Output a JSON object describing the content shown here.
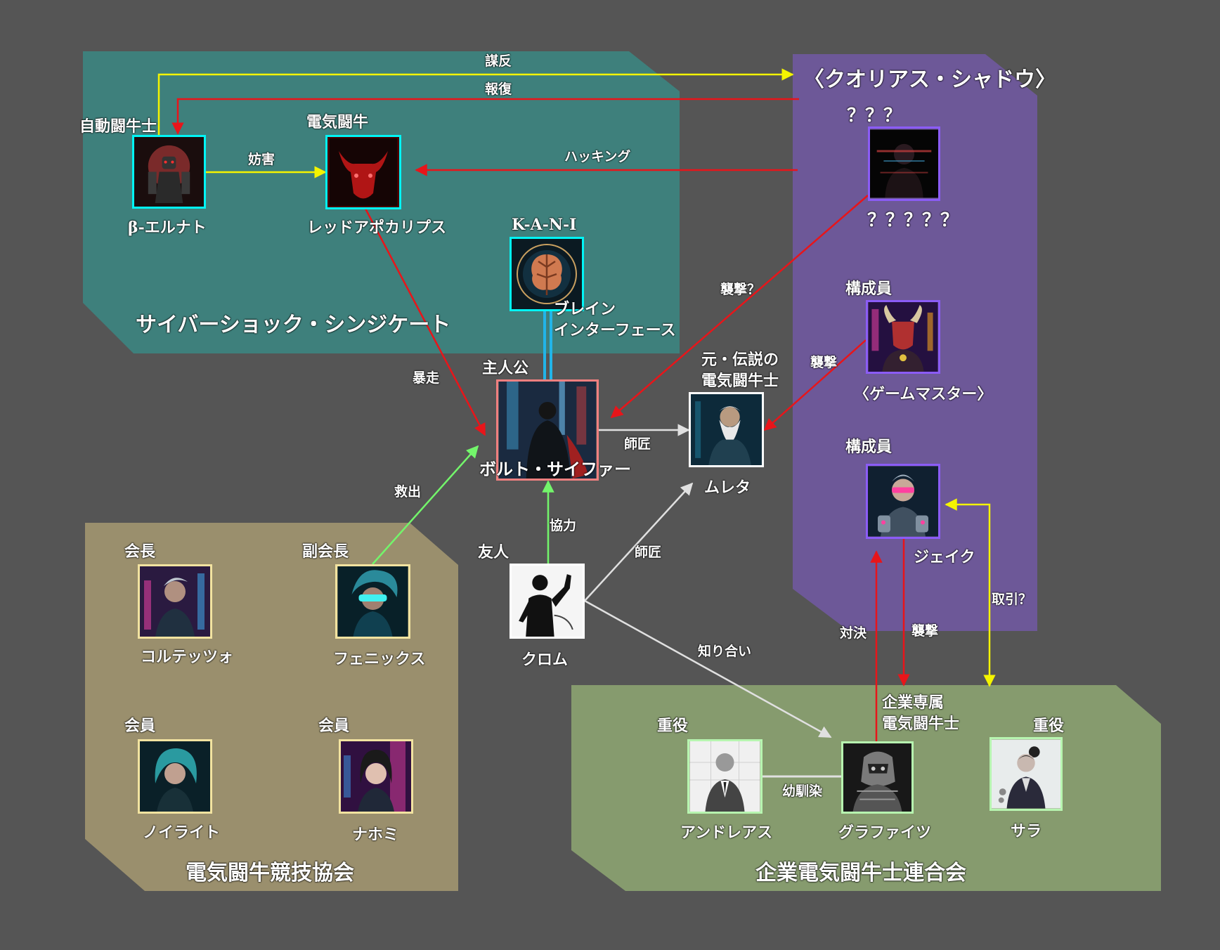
{
  "groups": {
    "syndicate": "サイバーショック・シンジケート",
    "shadow": "〈クオリアス・シャドウ〉",
    "association": "電気闘牛競技協会",
    "federation": "企業電気闘牛士連合会"
  },
  "roles": {
    "beta": "自動闘牛士",
    "red": "電気闘牛",
    "bolt": "主人公",
    "murata": "元・伝説の\n電気闘牛士",
    "gm": "構成員",
    "jake": "構成員",
    "chrome": "友人",
    "cortezzo": "会長",
    "phoenix": "副会長",
    "noilite": "会員",
    "naomi": "会員",
    "andreas": "重役",
    "graphite": "企業専属\n電気闘牛士",
    "sara": "重役",
    "q3": "？？？"
  },
  "names": {
    "beta": "β-エルナト",
    "red": "レッドアポカリプス",
    "kani_top": "K-A-N-I",
    "kani": "ブレイン\nインターフェース",
    "bolt": "ボルト・サイファー",
    "murata": "ムレタ",
    "q5": "？？？？？",
    "gm": "〈ゲームマスター〉",
    "jake": "ジェイク",
    "chrome": "クロム",
    "cortezzo": "コルテッツォ",
    "phoenix": "フェニックス",
    "noilite": "ノイライト",
    "naomi": "ナホミ",
    "andreas": "アンドレアス",
    "graphite": "グラファイツ",
    "sara": "サラ"
  },
  "relations": {
    "rebellion": "謀反",
    "revenge": "報復",
    "obstruct": "妨害",
    "hacking": "ハッキング",
    "attack_q": "襲撃？",
    "attack_gm": "襲撃",
    "rampage": "暴走",
    "mentor1": "師匠",
    "rescue": "救出",
    "cooperate": "協力",
    "mentor2": "師匠",
    "acquaint": "知り合い",
    "confront": "対決",
    "attack_jake": "襲撃",
    "deal": "取引？",
    "childhood": "幼馴染"
  },
  "icons": {
    "beta": "robot-matador-icon",
    "red": "red-bull-icon",
    "kani": "brain-icon",
    "q": "shadow-figure-icon",
    "gm": "horned-mask-icon",
    "bolt": "caped-hero-icon",
    "murata": "old-bearded-man-icon",
    "jake": "visor-man-icon",
    "chrome": "silhouette-waving-icon",
    "cortezzo": "cyber-elder-icon",
    "phoenix": "goggles-youth-icon",
    "noilite": "teal-hair-girl-icon",
    "naomi": "neon-girl-icon",
    "andreas": "suited-man-icon",
    "graphite": "armored-cyborg-icon",
    "sara": "suited-woman-icon"
  },
  "colors": {
    "syndicate": "#3e807c",
    "shadow": "#6d5898",
    "association": "#9a8f6d",
    "federation": "#869b6e",
    "arrow_red": "#e8151a",
    "arrow_yellow": "#f4f400",
    "arrow_green": "#73f56b",
    "arrow_white": "#e0e0e0",
    "kani_link": "#22b4e8"
  }
}
